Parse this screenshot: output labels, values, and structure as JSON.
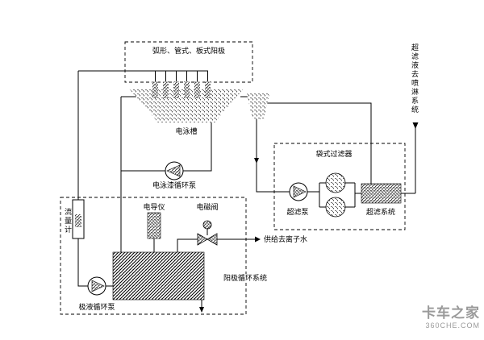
{
  "diagram": {
    "labels": {
      "anode_box": "弧形、管式、板式阳极",
      "tank": "电泳槽",
      "paint_pump": "电泳漆循环泵",
      "bag_filter": "袋式过滤器",
      "uf_pump": "超滤泵",
      "uf_system": "超滤系统",
      "permeate": "超滤液去喷淋系统",
      "flow_meter": "流量计",
      "conductivity": "电导仪",
      "solenoid_valve": "电磁阀",
      "di_water": "供给去离子水",
      "anode_loop": "阳极循环系统",
      "anolyte_pump": "极液循环泵"
    },
    "icons": {
      "pump": "circle-with-triangle",
      "solenoid_valve": "bowtie-with-actuator",
      "bag_filter": "stippled-circle",
      "flow_meter": "rotameter-tube"
    },
    "colors": {
      "line": "#000000",
      "fill_texture": "#000000",
      "background": "#ffffff",
      "watermark": "#9a9a9a"
    }
  },
  "watermark": {
    "brand": "卡车之家",
    "site": "360CHE.COM"
  }
}
